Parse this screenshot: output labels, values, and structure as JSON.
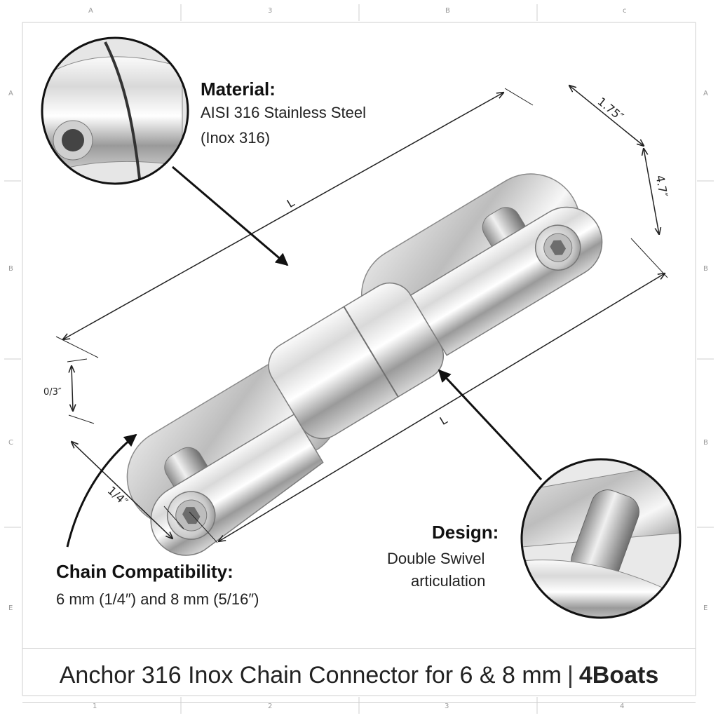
{
  "frame": {
    "top_labels": [
      "A",
      "3",
      "B",
      "c"
    ],
    "bottom_labels": [
      "1",
      "2",
      "3",
      "4"
    ],
    "left_labels": [
      "A",
      "B",
      "C",
      "E"
    ],
    "right_labels": [
      "A",
      "B",
      "B",
      "E"
    ]
  },
  "callouts": {
    "material": {
      "title": "Material:",
      "line1": "AISI 316 Stainless Steel",
      "line2": "(Inox 316)"
    },
    "chain": {
      "title": "Chain Compatibility:",
      "body": "6 mm (1/4″) and 8 mm (5/16″)"
    },
    "design": {
      "title": "Design:",
      "line1": "Double Swivel",
      "line2": "articulation"
    }
  },
  "dimensions": {
    "length_top": "L",
    "length_bottom": "L",
    "width_top": "1.75″",
    "height_right": "4.7″",
    "thickness_left": "0/3″",
    "pin_bottom": "1/4″"
  },
  "caption": {
    "text": "Anchor 316 Inox Chain Connector for 6 & 8 mm",
    "separator": "|",
    "brand": "4Boats"
  },
  "colors": {
    "steel_light": "#f2f2f2",
    "steel_mid": "#c4c4c4",
    "steel_dark": "#7a7a7a",
    "ink": "#111111"
  }
}
